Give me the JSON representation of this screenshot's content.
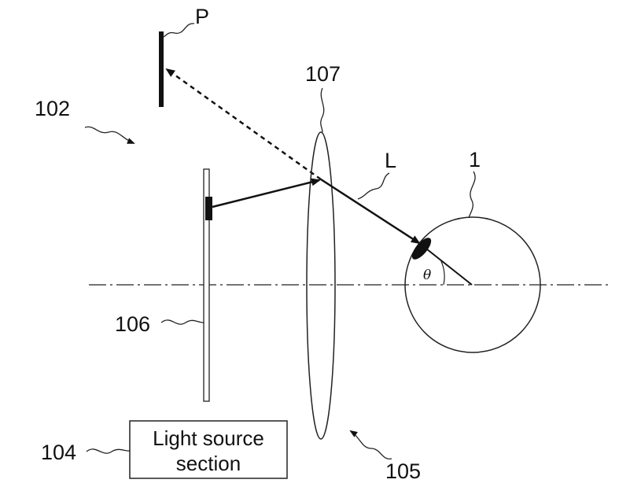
{
  "labels": {
    "p": "P",
    "ref_107": "107",
    "ref_102": "102",
    "ref_l": "L",
    "ref_1": "1",
    "ref_106": "106",
    "ref_104": "104",
    "ref_105": "105",
    "theta": "θ"
  },
  "light_source_box": {
    "line1": "Light source",
    "line2": "section"
  }
}
